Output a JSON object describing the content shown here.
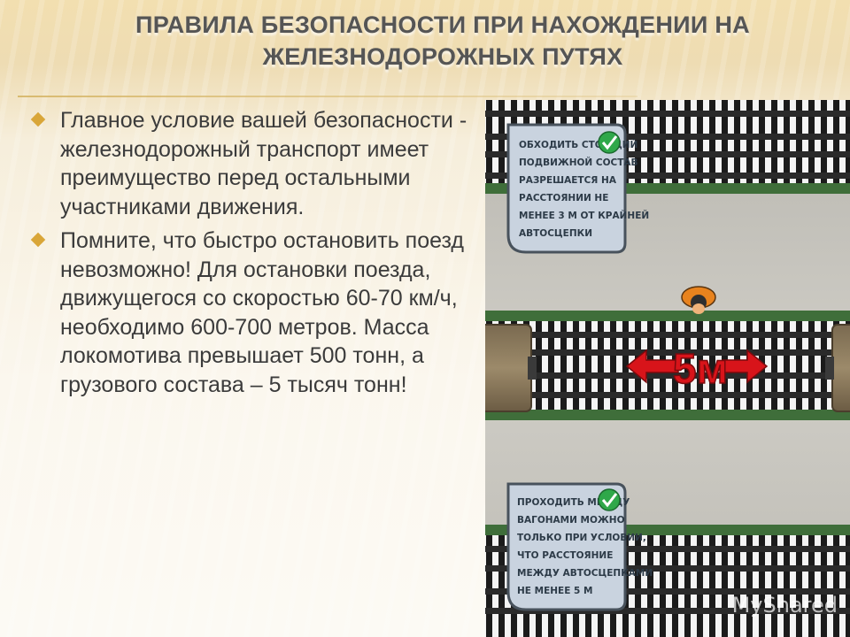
{
  "title": {
    "line1": "ПРАВИЛА БЕЗОПАСНОСТИ ПРИ НАХОЖДЕНИИ НА",
    "line2": "ЖЕЛЕЗНОДОРОЖНЫХ ПУТЯХ"
  },
  "bullets": [
    {
      "text": "Главное условие вашей безопасности - железнодорожный транспорт имеет преимущество перед остальными участниками движения.",
      "icon": "diamond-bullet-icon"
    },
    {
      "text": "Помните, что быстро остановить поезд невозможно! Для остановки поезда, движущегося со скоростью 60-70 км/ч, необходимо 600-700 метров. Масса локомотива превышает 500 тонн, а грузового состава – 5 тысяч тонн!",
      "icon": "diamond-bullet-icon"
    }
  ],
  "illustration": {
    "sign_top": {
      "lines": [
        "ОБХОДИТЬ СТОЯЩИЙ",
        "ПОДВИЖНОЙ СОСТАВ",
        "РАЗРЕШАЕТСЯ НА",
        "РАССТОЯНИИ НЕ",
        "МЕНЕЕ 3 М ОТ КРАЙНЕЙ",
        "АВТОСЦЕПКИ"
      ],
      "icon": "checkmark-icon"
    },
    "distance_label": "5м",
    "sign_bottom": {
      "lines": [
        "ПРОХОДИТЬ МЕЖДУ",
        "ВАГОНАМИ МОЖНО",
        "ТОЛЬКО ПРИ УСЛОВИИ,",
        "ЧТО РАССТОЯНИЕ",
        "МЕЖДУ АВТОСЦЕПКАМИ",
        "НЕ МЕНЕЕ 5 М"
      ],
      "icon": "checkmark-icon"
    },
    "watermark": "MyShared"
  },
  "colors": {
    "accent": "#d9a638",
    "arrow_red": "#d8141a",
    "sign_bg": "#c9d3df",
    "check_green": "#2fa84a"
  }
}
